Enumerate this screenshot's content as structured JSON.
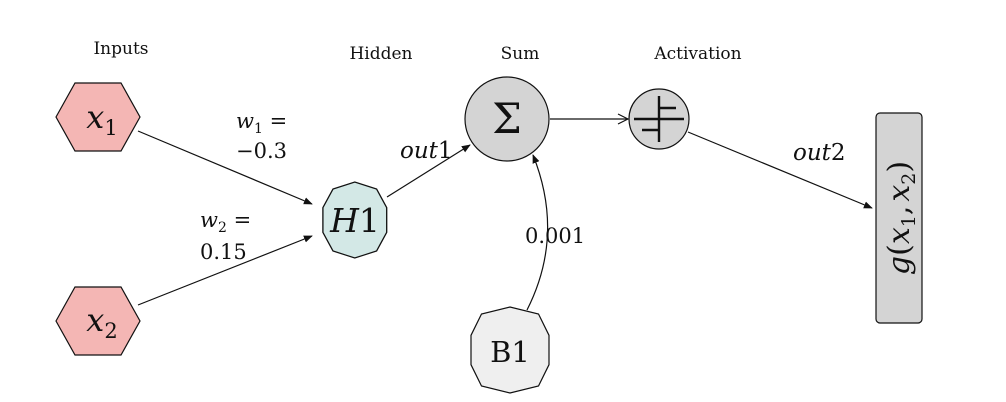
{
  "headers": {
    "inputs": "Inputs",
    "hidden": "Hidden",
    "sum": "Sum",
    "activation": "Activation"
  },
  "nodes": {
    "x1": {
      "var": "x",
      "sub": "1",
      "color": "#f4b6b4"
    },
    "x2": {
      "var": "x",
      "sub": "2",
      "color": "#f4b6b4"
    },
    "h1": {
      "var": "H",
      "num": "1",
      "color": "#d3e8e6"
    },
    "sum": {
      "symbol": "Σ",
      "color": "#d4d4d4"
    },
    "activation": {
      "icon": "step-function-icon",
      "color": "#d4d4d4"
    },
    "b1": {
      "label": "B1",
      "color": "#efefef"
    },
    "output": {
      "fn": "g",
      "open": "(",
      "a_var": "x",
      "a_sub": "1",
      "comma": ",",
      "b_var": "x",
      "b_sub": "2",
      "close": ")",
      "color": "#d4d4d4"
    }
  },
  "edges": {
    "w1": {
      "line1_var": "w",
      "line1_sub": "1",
      "line1_eq": " =",
      "line2": "−0.3"
    },
    "w2": {
      "line1_var": "w",
      "line1_sub": "2",
      "line1_eq": " =",
      "line2": "0.15"
    },
    "out1": {
      "var": "out",
      "num": "1"
    },
    "out2": {
      "var": "out",
      "num": "2"
    },
    "bias": {
      "value": "0.001"
    }
  }
}
